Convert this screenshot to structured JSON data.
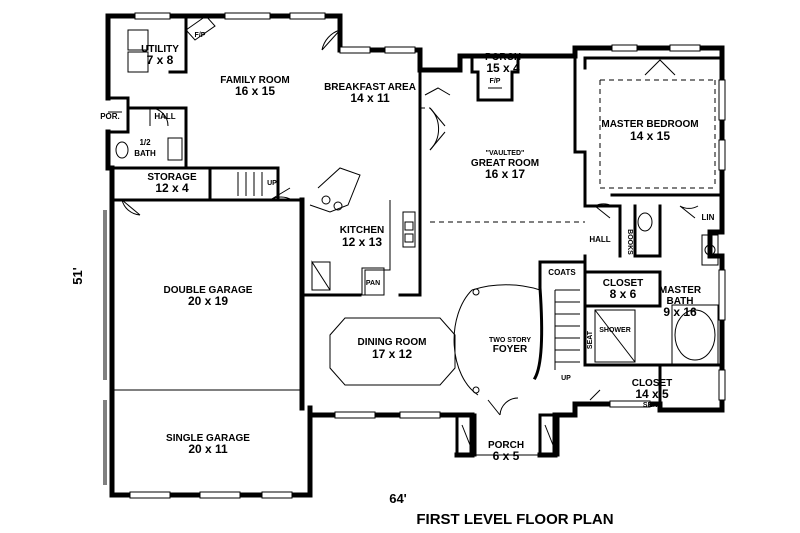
{
  "rooms": {
    "utility": {
      "name": "UTILITY",
      "dim": "7 x 8"
    },
    "family": {
      "name": "FAMILY ROOM",
      "dim": "16 x 15"
    },
    "breakfast": {
      "name": "BREAKFAST AREA",
      "dim": "14 x 11"
    },
    "porch_top": {
      "name": "PORCH",
      "dim": "15 x 4"
    },
    "master_bed": {
      "name": "MASTER BEDROOM",
      "dim": "14 x 15"
    },
    "por": {
      "name": "POR."
    },
    "hall_left": {
      "name": "HALL"
    },
    "half_bath": {
      "name": "1/2",
      "name2": "BATH"
    },
    "storage": {
      "name": "STORAGE",
      "dim": "12 x 4"
    },
    "great": {
      "name": "\"VAULTED\"",
      "name2": "GREAT ROOM",
      "dim": "16 x 17"
    },
    "kitchen": {
      "name": "KITCHEN",
      "dim": "12 x 13"
    },
    "hall_right": {
      "name": "HALL"
    },
    "books": {
      "name": "BOOKS"
    },
    "lin": {
      "name": "LIN"
    },
    "coats": {
      "name": "COATS"
    },
    "closet1": {
      "name": "CLOSET",
      "dim": "8 x 6"
    },
    "master_bath": {
      "name": "MASTER",
      "name2": "BATH",
      "dim": "9 x 16"
    },
    "double_garage": {
      "name": "DOUBLE GARAGE",
      "dim": "20 x 19"
    },
    "dining": {
      "name": "DINING ROOM",
      "dim": "17 x 12"
    },
    "foyer": {
      "name": "TWO STORY",
      "name2": "FOYER"
    },
    "shower": {
      "name": "SHOWER"
    },
    "seat1": {
      "name": "SEAT"
    },
    "closet2": {
      "name": "CLOSET",
      "dim": "14 x 5"
    },
    "seat2": {
      "name": "SEAT"
    },
    "single_garage": {
      "name": "SINGLE GARAGE",
      "dim": "20 x 11"
    },
    "porch_bottom": {
      "name": "PORCH",
      "dim": "6 x 5"
    },
    "pan": {
      "name": "PAN"
    }
  },
  "markers": {
    "fp_family": "F/P",
    "fp_great": "F/P",
    "up_storage": "UP",
    "up_foyer": "UP"
  },
  "dimensions": {
    "height": "51'",
    "width": "64'"
  },
  "title": "FIRST LEVEL FLOOR PLAN"
}
